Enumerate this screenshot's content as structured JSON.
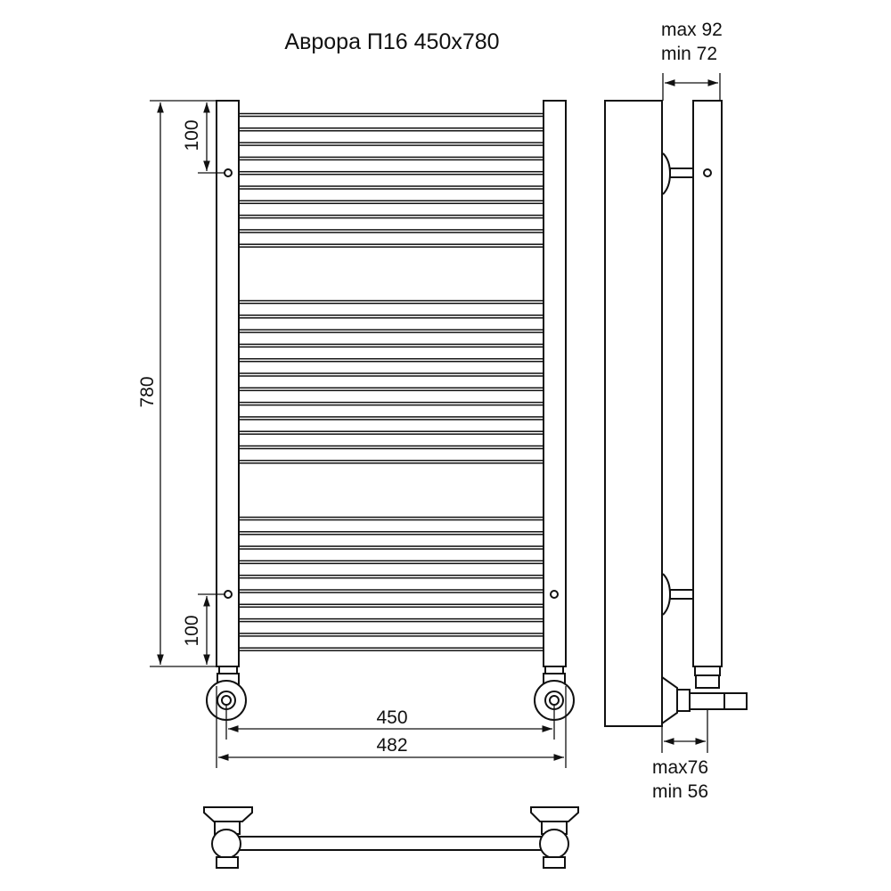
{
  "title": "Аврора П16 450x780",
  "dimensions": {
    "height_total": "780",
    "top_offset": "100",
    "bottom_offset": "100",
    "axis_width": "450",
    "total_width": "482",
    "side_top_max": "max 92",
    "side_top_min": "min 72",
    "side_bottom_max": "max76",
    "side_bottom_min": "min 56"
  },
  "bar_groups": [
    10,
    12,
    10
  ],
  "colors": {
    "line": "#111111",
    "background": "#ffffff"
  }
}
